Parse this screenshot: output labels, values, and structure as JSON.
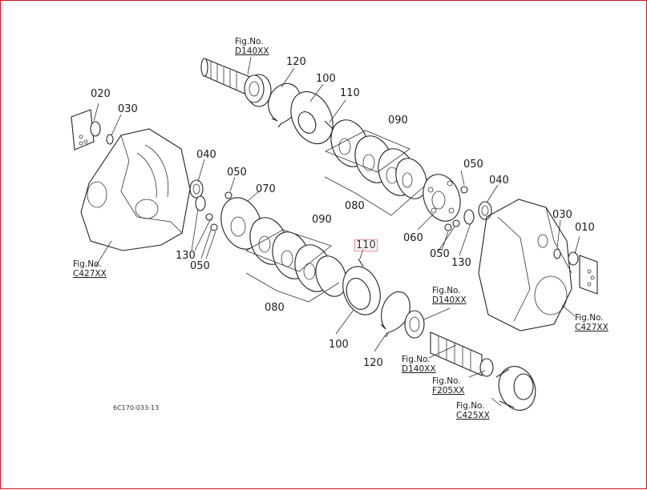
{
  "diagram": {
    "drawing_code": "6C170-033-13",
    "highlight_color": "#e8908f",
    "frame_color": "#c8141e",
    "parts": [
      {
        "id": "p020",
        "label": "020"
      },
      {
        "id": "p030a",
        "label": "030"
      },
      {
        "id": "p040a",
        "label": "040"
      },
      {
        "id": "p050a",
        "label": "050"
      },
      {
        "id": "p070",
        "label": "070"
      },
      {
        "id": "p130a",
        "label": "130"
      },
      {
        "id": "p050b",
        "label": "050"
      },
      {
        "id": "p120a",
        "label": "120"
      },
      {
        "id": "p100a",
        "label": "100"
      },
      {
        "id": "p110a",
        "label": "110"
      },
      {
        "id": "p090a",
        "label": "090"
      },
      {
        "id": "p080a",
        "label": "080"
      },
      {
        "id": "p050c",
        "label": "050"
      },
      {
        "id": "p040b",
        "label": "040"
      },
      {
        "id": "p060",
        "label": "060"
      },
      {
        "id": "p050d",
        "label": "050"
      },
      {
        "id": "p130b",
        "label": "130"
      },
      {
        "id": "p030b",
        "label": "030"
      },
      {
        "id": "p010",
        "label": "010"
      },
      {
        "id": "p090b",
        "label": "090"
      },
      {
        "id": "p110b",
        "label": "110"
      },
      {
        "id": "p080b",
        "label": "080"
      },
      {
        "id": "p100b",
        "label": "100"
      },
      {
        "id": "p120b",
        "label": "120"
      }
    ],
    "figure_refs": [
      {
        "id": "f1",
        "prefix": "Fig.No.",
        "number": "D140XX"
      },
      {
        "id": "f2",
        "prefix": "Fig.No.",
        "number": "C427XX"
      },
      {
        "id": "f3",
        "prefix": "Fig.No.",
        "number": "D140XX"
      },
      {
        "id": "f4",
        "prefix": "Fig.No.",
        "number": "C427XX"
      },
      {
        "id": "f5",
        "prefix": "Fig.No.",
        "number": "D140XX"
      },
      {
        "id": "f6",
        "prefix": "Fig.No.",
        "number": "F205XX"
      },
      {
        "id": "f7",
        "prefix": "Fig.No.",
        "number": "C425XX"
      }
    ]
  }
}
